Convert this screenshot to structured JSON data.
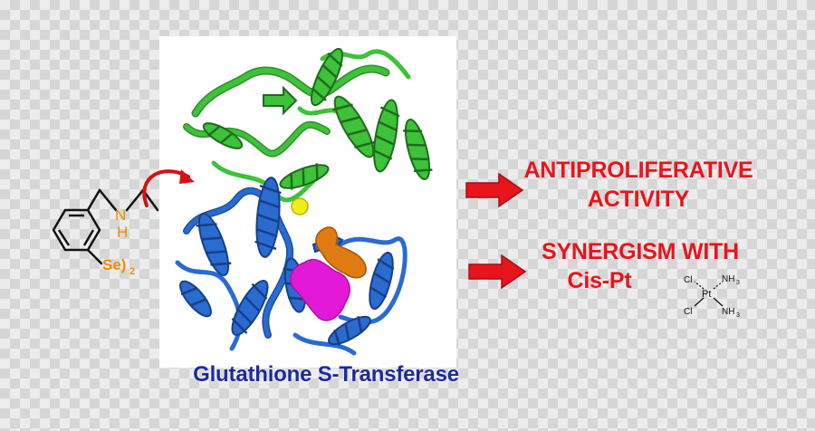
{
  "labels": {
    "enzyme": "Glutathione S-Transferase",
    "effect1_line1": "ANTIPROLIFERATIVE",
    "effect1_line2": "ACTIVITY",
    "effect2_line1": "SYNERGISM WITH",
    "effect2_line2": "Cis-Pt"
  },
  "molecule": {
    "nh": "N",
    "h": "H",
    "se": "Se)",
    "subscript": "2"
  },
  "cisplatin": {
    "pt": "Pt",
    "cl1": "Cl",
    "cl2": "Cl",
    "nh3_1": "NH",
    "nh3_2": "NH",
    "sub": "3"
  },
  "colors": {
    "accent_red": "#e8141c",
    "caption_blue": "#1b2a9c",
    "helix_green": "#3dc23a",
    "helix_blue": "#2a6bd1",
    "ligand_magenta": "#e21ad7",
    "ligand_orange": "#e07a12",
    "atom_yellow": "#f0ee1a",
    "n_orange": "#f28c00"
  }
}
